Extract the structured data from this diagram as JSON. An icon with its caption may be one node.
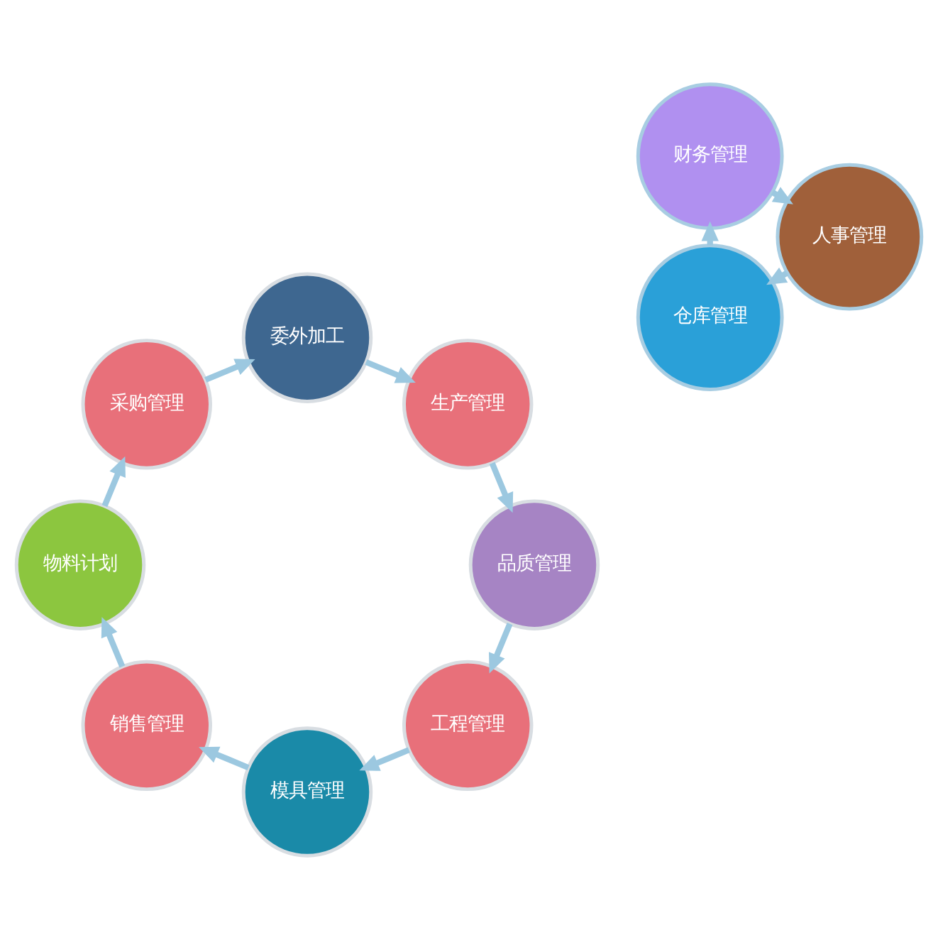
{
  "diagram": {
    "nodes": [
      {
        "text": [
          "工程管理"
        ]
      },
      {
        "text": [
          "品质管理"
        ]
      },
      {
        "text": [
          "模具管理"
        ]
      },
      {
        "text": [
          "仓库管理"
        ]
      },
      {
        "text": [
          "财务管理"
        ]
      },
      {
        "text": [
          "生产管理"
        ]
      },
      {
        "text": [
          "销售管理"
        ]
      },
      {
        "text": [
          "人事管理"
        ]
      },
      {
        "text": [
          "委外加工"
        ]
      },
      {
        "text": [
          "物料计划"
        ]
      },
      {
        "text": [
          "采购管理"
        ]
      }
    ],
    "edges": [
      {
        "from": 0,
        "to": 2,
        "arrow": "to"
      },
      {
        "from": 2,
        "to": 6,
        "arrow": "to"
      },
      {
        "from": 6,
        "to": 9,
        "arrow": "to"
      },
      {
        "from": 9,
        "to": 10,
        "arrow": "to"
      },
      {
        "from": 10,
        "to": 8,
        "arrow": "to"
      },
      {
        "from": 8,
        "to": 5,
        "arrow": "to"
      },
      {
        "from": 5,
        "to": 1,
        "arrow": "to"
      },
      {
        "from": 1,
        "to": 0,
        "arrow": "to"
      },
      {
        "from": 3,
        "to": 4,
        "arrow": "to"
      },
      {
        "from": 4,
        "to": 7,
        "arrow": "to"
      },
      {
        "from": 7,
        "to": 3,
        "arrow": "to"
      }
    ]
  }
}
